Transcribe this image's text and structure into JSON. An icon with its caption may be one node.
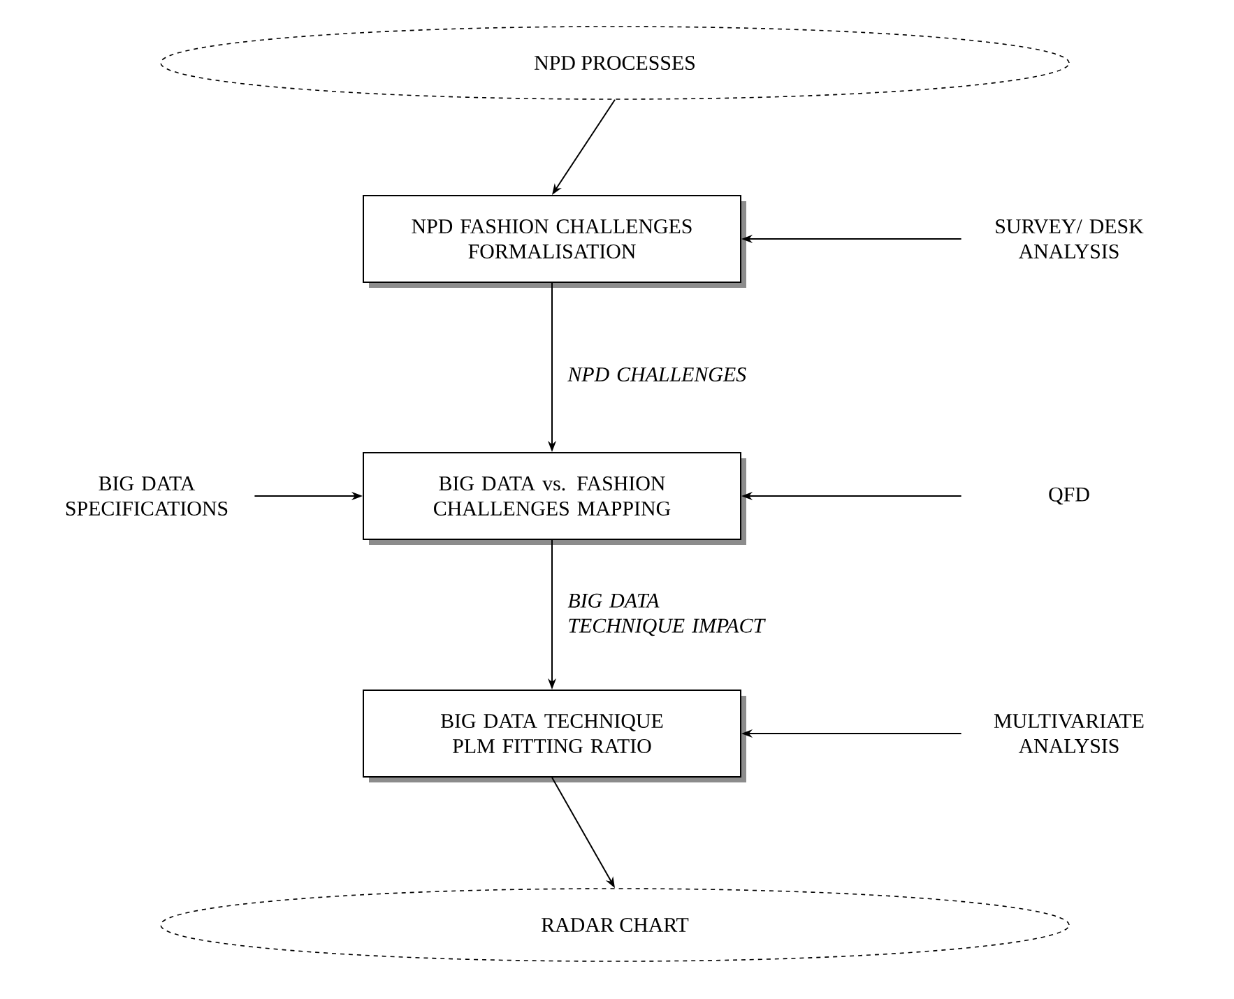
{
  "diagram": {
    "nodes": [
      {
        "text": [
          "NPD PROCESSES"
        ]
      },
      {
        "text": [
          "NPD FASHION CHALLENGES FORMALISATION"
        ]
      },
      {
        "text": [
          "SURVEY/ DESK ANALYSIS"
        ]
      },
      {
        "text": [
          "BIG DATA vs. FASHION CHALLENGES MAPPING"
        ]
      },
      {
        "text": [
          "BIG DATA SPECIFICATIONS"
        ]
      },
      {
        "text": [
          "QFD"
        ]
      },
      {
        "text": [
          "BIG DATA TECHNIQUE PLM FITTING RATIO"
        ]
      },
      {
        "text": [
          "MULTIVARIATE ANALYSIS"
        ]
      },
      {
        "text": [
          "RADAR CHART"
        ]
      }
    ],
    "edges": [
      {
        "from": 0,
        "to": 1,
        "arrow": "to"
      },
      {
        "from": 2,
        "to": 1,
        "arrow": "to"
      },
      {
        "from": 1,
        "to": 3,
        "arrow": "to",
        "label": "NPD CHALLENGES"
      },
      {
        "from": 4,
        "to": 3,
        "arrow": "to"
      },
      {
        "from": 5,
        "to": 3,
        "arrow": "to"
      },
      {
        "from": 3,
        "to": 6,
        "arrow": "to",
        "label": "BIG DATA TECHNIQUE IMPACT"
      },
      {
        "from": 7,
        "to": 6,
        "arrow": "to"
      },
      {
        "from": 6,
        "to": 8,
        "arrow": "to"
      }
    ]
  }
}
